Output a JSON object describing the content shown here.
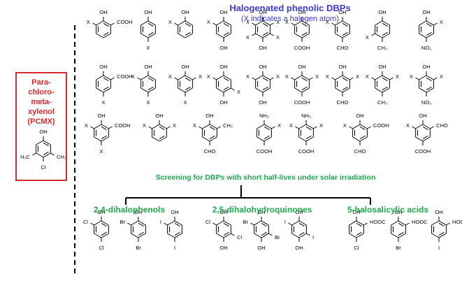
{
  "header": {
    "title": "Halogenated phenolic DBPs",
    "subtitle": "(X indicates a halogen atom)"
  },
  "pcmx": {
    "name": "Para-\nchloro-\nmeta-\nxylenol\n(PCMX)"
  },
  "screening": "Screening for DBPs with short half-lives under solar irradiation",
  "groups": [
    {
      "label": "2,4-dihalophenols"
    },
    {
      "label": "2,5-dihalohydroquinones"
    },
    {
      "label": "5-halosalicylic acids"
    }
  ],
  "atom_labels": {
    "oh": "OH",
    "cooh": "COOH",
    "hooc": "HOOC",
    "cho": "CHO",
    "nh2": "NH2",
    "no2": "NO2",
    "ch3": "CH3",
    "h3c": "H3C",
    "x": "X",
    "cl": "Cl",
    "br": "Br",
    "i": "I"
  },
  "molecules": [
    {
      "id": "r1-1",
      "subs": [
        "OH",
        "COOH",
        "",
        "",
        "",
        "X"
      ]
    },
    {
      "id": "r1-2",
      "subs": [
        "OH",
        "",
        "",
        "X",
        "",
        ""
      ]
    },
    {
      "id": "r1-3",
      "subs": [
        "OH",
        "",
        "",
        "",
        "",
        "X"
      ]
    },
    {
      "id": "r1-4",
      "subs": [
        "OH",
        "",
        "",
        "OH",
        "",
        "X"
      ]
    },
    {
      "id": "r1-5",
      "subs": [
        "OH",
        "X",
        "X",
        "OH",
        "X",
        "X"
      ]
    },
    {
      "id": "r1-6",
      "subs": [
        "OH",
        "",
        "",
        "COOH",
        "",
        "X"
      ]
    },
    {
      "id": "r1-7",
      "subs": [
        "OH",
        "",
        "",
        "CHO",
        "",
        "X"
      ]
    },
    {
      "id": "r1-8",
      "subs": [
        "OH",
        "",
        "",
        "CH3",
        "X",
        ""
      ]
    },
    {
      "id": "r1-9",
      "subs": [
        "OH",
        "X",
        "",
        "NO2",
        "",
        ""
      ]
    },
    {
      "id": "r2-1",
      "subs": [
        "OH",
        "COOH",
        "",
        "X",
        "",
        ""
      ]
    },
    {
      "id": "r2-2",
      "subs": [
        "OH",
        "",
        "",
        "X",
        "",
        "X"
      ]
    },
    {
      "id": "r2-3",
      "subs": [
        "OH",
        "X",
        "",
        "X",
        "",
        "X"
      ]
    },
    {
      "id": "r2-4",
      "subs": [
        "OH",
        "",
        "X",
        "OH",
        "",
        "X"
      ]
    },
    {
      "id": "r2-5",
      "subs": [
        "OH",
        "X",
        "",
        "OH",
        "",
        "X"
      ]
    },
    {
      "id": "r2-6",
      "subs": [
        "OH",
        "X",
        "",
        "COOH",
        "",
        "X"
      ]
    },
    {
      "id": "r2-7",
      "subs": [
        "OH",
        "X",
        "",
        "CHO",
        "",
        "X"
      ]
    },
    {
      "id": "r2-8",
      "subs": [
        "OH",
        "X",
        "",
        "CH3",
        "",
        "X"
      ]
    },
    {
      "id": "r2-9",
      "subs": [
        "OH",
        "X",
        "",
        "NO2",
        "",
        "X"
      ]
    },
    {
      "id": "r3-1",
      "subs": [
        "OH",
        "COOH",
        "",
        "X",
        "",
        "X"
      ]
    },
    {
      "id": "r3-2",
      "subs": [
        "OH",
        "X",
        "",
        "",
        "",
        "X"
      ]
    },
    {
      "id": "r3-3",
      "subs": [
        "OH",
        "CH3",
        "",
        "CHO",
        "",
        "X"
      ]
    },
    {
      "id": "r3-4",
      "subs": [
        "NH2",
        "X",
        "",
        "COOH",
        "",
        ""
      ]
    },
    {
      "id": "r3-5",
      "subs": [
        "NH2",
        "X",
        "",
        "COOH",
        "",
        "X"
      ]
    },
    {
      "id": "r3-6",
      "subs": [
        "OH",
        "COOH",
        "",
        "CHO",
        "",
        "X"
      ]
    },
    {
      "id": "r3-7",
      "subs": [
        "OH",
        "CHO",
        "",
        "COOH",
        "",
        "X"
      ]
    },
    {
      "id": "pcmx",
      "subs": [
        "OH",
        "",
        "CH3",
        "Cl",
        "H3C",
        ""
      ]
    },
    {
      "id": "b-1",
      "subs": [
        "OH",
        "",
        "",
        "Cl",
        "",
        "Cl"
      ]
    },
    {
      "id": "b-2",
      "subs": [
        "OH",
        "",
        "",
        "Br",
        "",
        "Br"
      ]
    },
    {
      "id": "b-3",
      "subs": [
        "OH",
        "",
        "",
        "I",
        "",
        "I"
      ]
    },
    {
      "id": "b-4",
      "subs": [
        "OH",
        "",
        "Cl",
        "OH",
        "",
        "Cl"
      ]
    },
    {
      "id": "b-5",
      "subs": [
        "OH",
        "",
        "Br",
        "OH",
        "",
        "Br"
      ]
    },
    {
      "id": "b-6",
      "subs": [
        "OH",
        "",
        "I",
        "OH",
        "",
        "I"
      ]
    },
    {
      "id": "b-7",
      "subs": [
        "OH",
        "HOOC",
        "",
        "Cl",
        "",
        ""
      ]
    },
    {
      "id": "b-8",
      "subs": [
        "OH",
        "HOOC",
        "",
        "Br",
        "",
        ""
      ]
    },
    {
      "id": "b-9",
      "subs": [
        "OH",
        "HOOC",
        "",
        "I",
        "",
        ""
      ]
    }
  ]
}
